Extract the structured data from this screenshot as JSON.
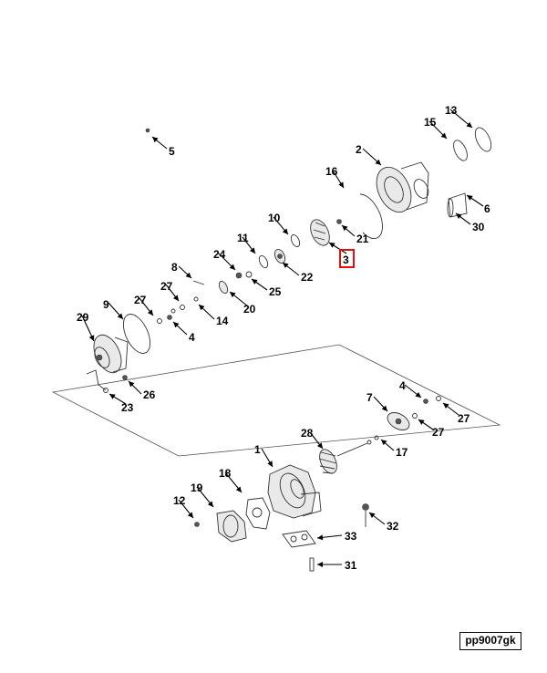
{
  "diagram": {
    "drawing_code": "pp9007gk",
    "highlighted_callout": "3",
    "callouts": [
      {
        "id": "c1",
        "label": "1"
      },
      {
        "id": "c2",
        "label": "2"
      },
      {
        "id": "c3",
        "label": "3"
      },
      {
        "id": "c4a",
        "label": "4"
      },
      {
        "id": "c4b",
        "label": "4"
      },
      {
        "id": "c5",
        "label": "5"
      },
      {
        "id": "c6",
        "label": "6"
      },
      {
        "id": "c7",
        "label": "7"
      },
      {
        "id": "c8",
        "label": "8"
      },
      {
        "id": "c9",
        "label": "9"
      },
      {
        "id": "c10",
        "label": "10"
      },
      {
        "id": "c11",
        "label": "11"
      },
      {
        "id": "c12",
        "label": "12"
      },
      {
        "id": "c13",
        "label": "13"
      },
      {
        "id": "c14",
        "label": "14"
      },
      {
        "id": "c15",
        "label": "15"
      },
      {
        "id": "c16",
        "label": "16"
      },
      {
        "id": "c17",
        "label": "17"
      },
      {
        "id": "c18",
        "label": "18"
      },
      {
        "id": "c19",
        "label": "19"
      },
      {
        "id": "c20",
        "label": "20"
      },
      {
        "id": "c21",
        "label": "21"
      },
      {
        "id": "c22",
        "label": "22"
      },
      {
        "id": "c23",
        "label": "23"
      },
      {
        "id": "c24",
        "label": "24"
      },
      {
        "id": "c25",
        "label": "25"
      },
      {
        "id": "c26",
        "label": "26"
      },
      {
        "id": "c27a",
        "label": "27"
      },
      {
        "id": "c27b",
        "label": "27"
      },
      {
        "id": "c27c",
        "label": "27"
      },
      {
        "id": "c27d",
        "label": "27"
      },
      {
        "id": "c28",
        "label": "28"
      },
      {
        "id": "c29",
        "label": "29"
      },
      {
        "id": "c30",
        "label": "30"
      },
      {
        "id": "c31",
        "label": "31"
      },
      {
        "id": "c32",
        "label": "32"
      },
      {
        "id": "c33",
        "label": "33"
      }
    ]
  }
}
